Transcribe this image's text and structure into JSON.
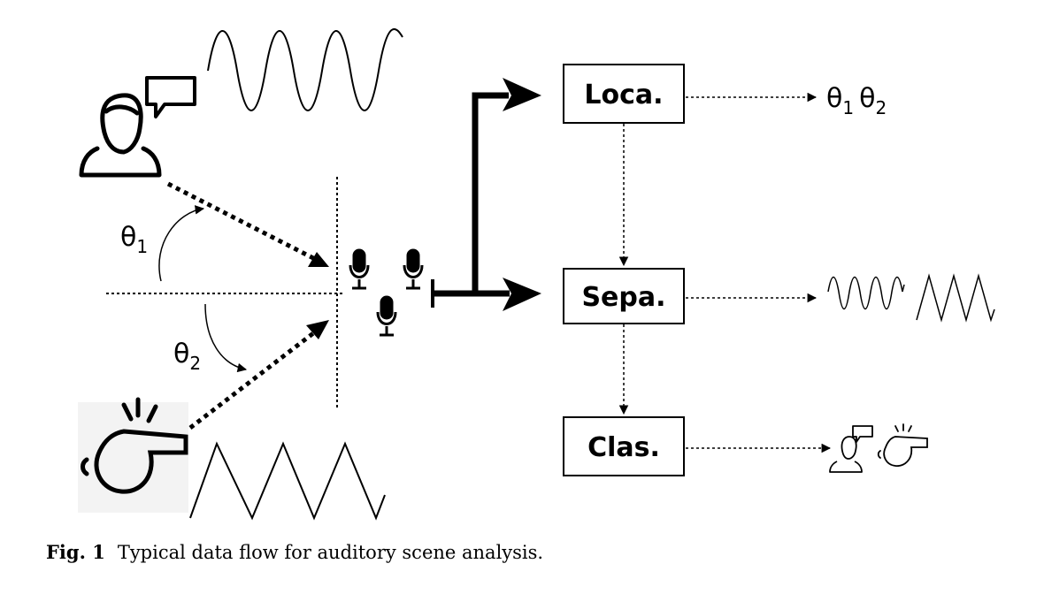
{
  "figure": {
    "boxes": {
      "localization": "Loca.",
      "separation": "Sepa.",
      "classification": "Clas."
    },
    "angles": {
      "theta_symbol": "θ",
      "theta1_sub": "1",
      "theta2_sub": "2"
    },
    "outputs": {
      "localization_symbol_1": "θ",
      "localization_sub_1": "1",
      "localization_symbol_2": "θ",
      "localization_sub_2": "2"
    },
    "icons": [
      "person-speaking-icon",
      "whistle-icon",
      "microphone-icon",
      "sine-wave",
      "triangle-wave"
    ]
  },
  "caption": {
    "label": "Fig. 1",
    "text": "Typical data flow for auditory scene analysis."
  }
}
